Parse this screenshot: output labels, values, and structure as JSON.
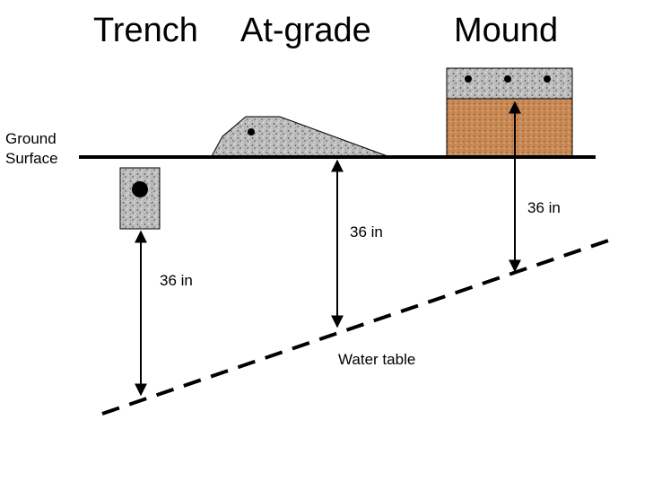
{
  "titles": {
    "trench": "Trench",
    "at_grade": "At-grade",
    "mound": "Mound"
  },
  "ground_label": {
    "line1": "Ground",
    "line2": "Surface"
  },
  "measurements": {
    "trench": "36 in",
    "at_grade": "36 in",
    "mound": "36 in"
  },
  "water_table_label": "Water table",
  "colors": {
    "gravel": "#b8b8b8",
    "sand_fill": "#c98a55",
    "line": "#000000"
  }
}
